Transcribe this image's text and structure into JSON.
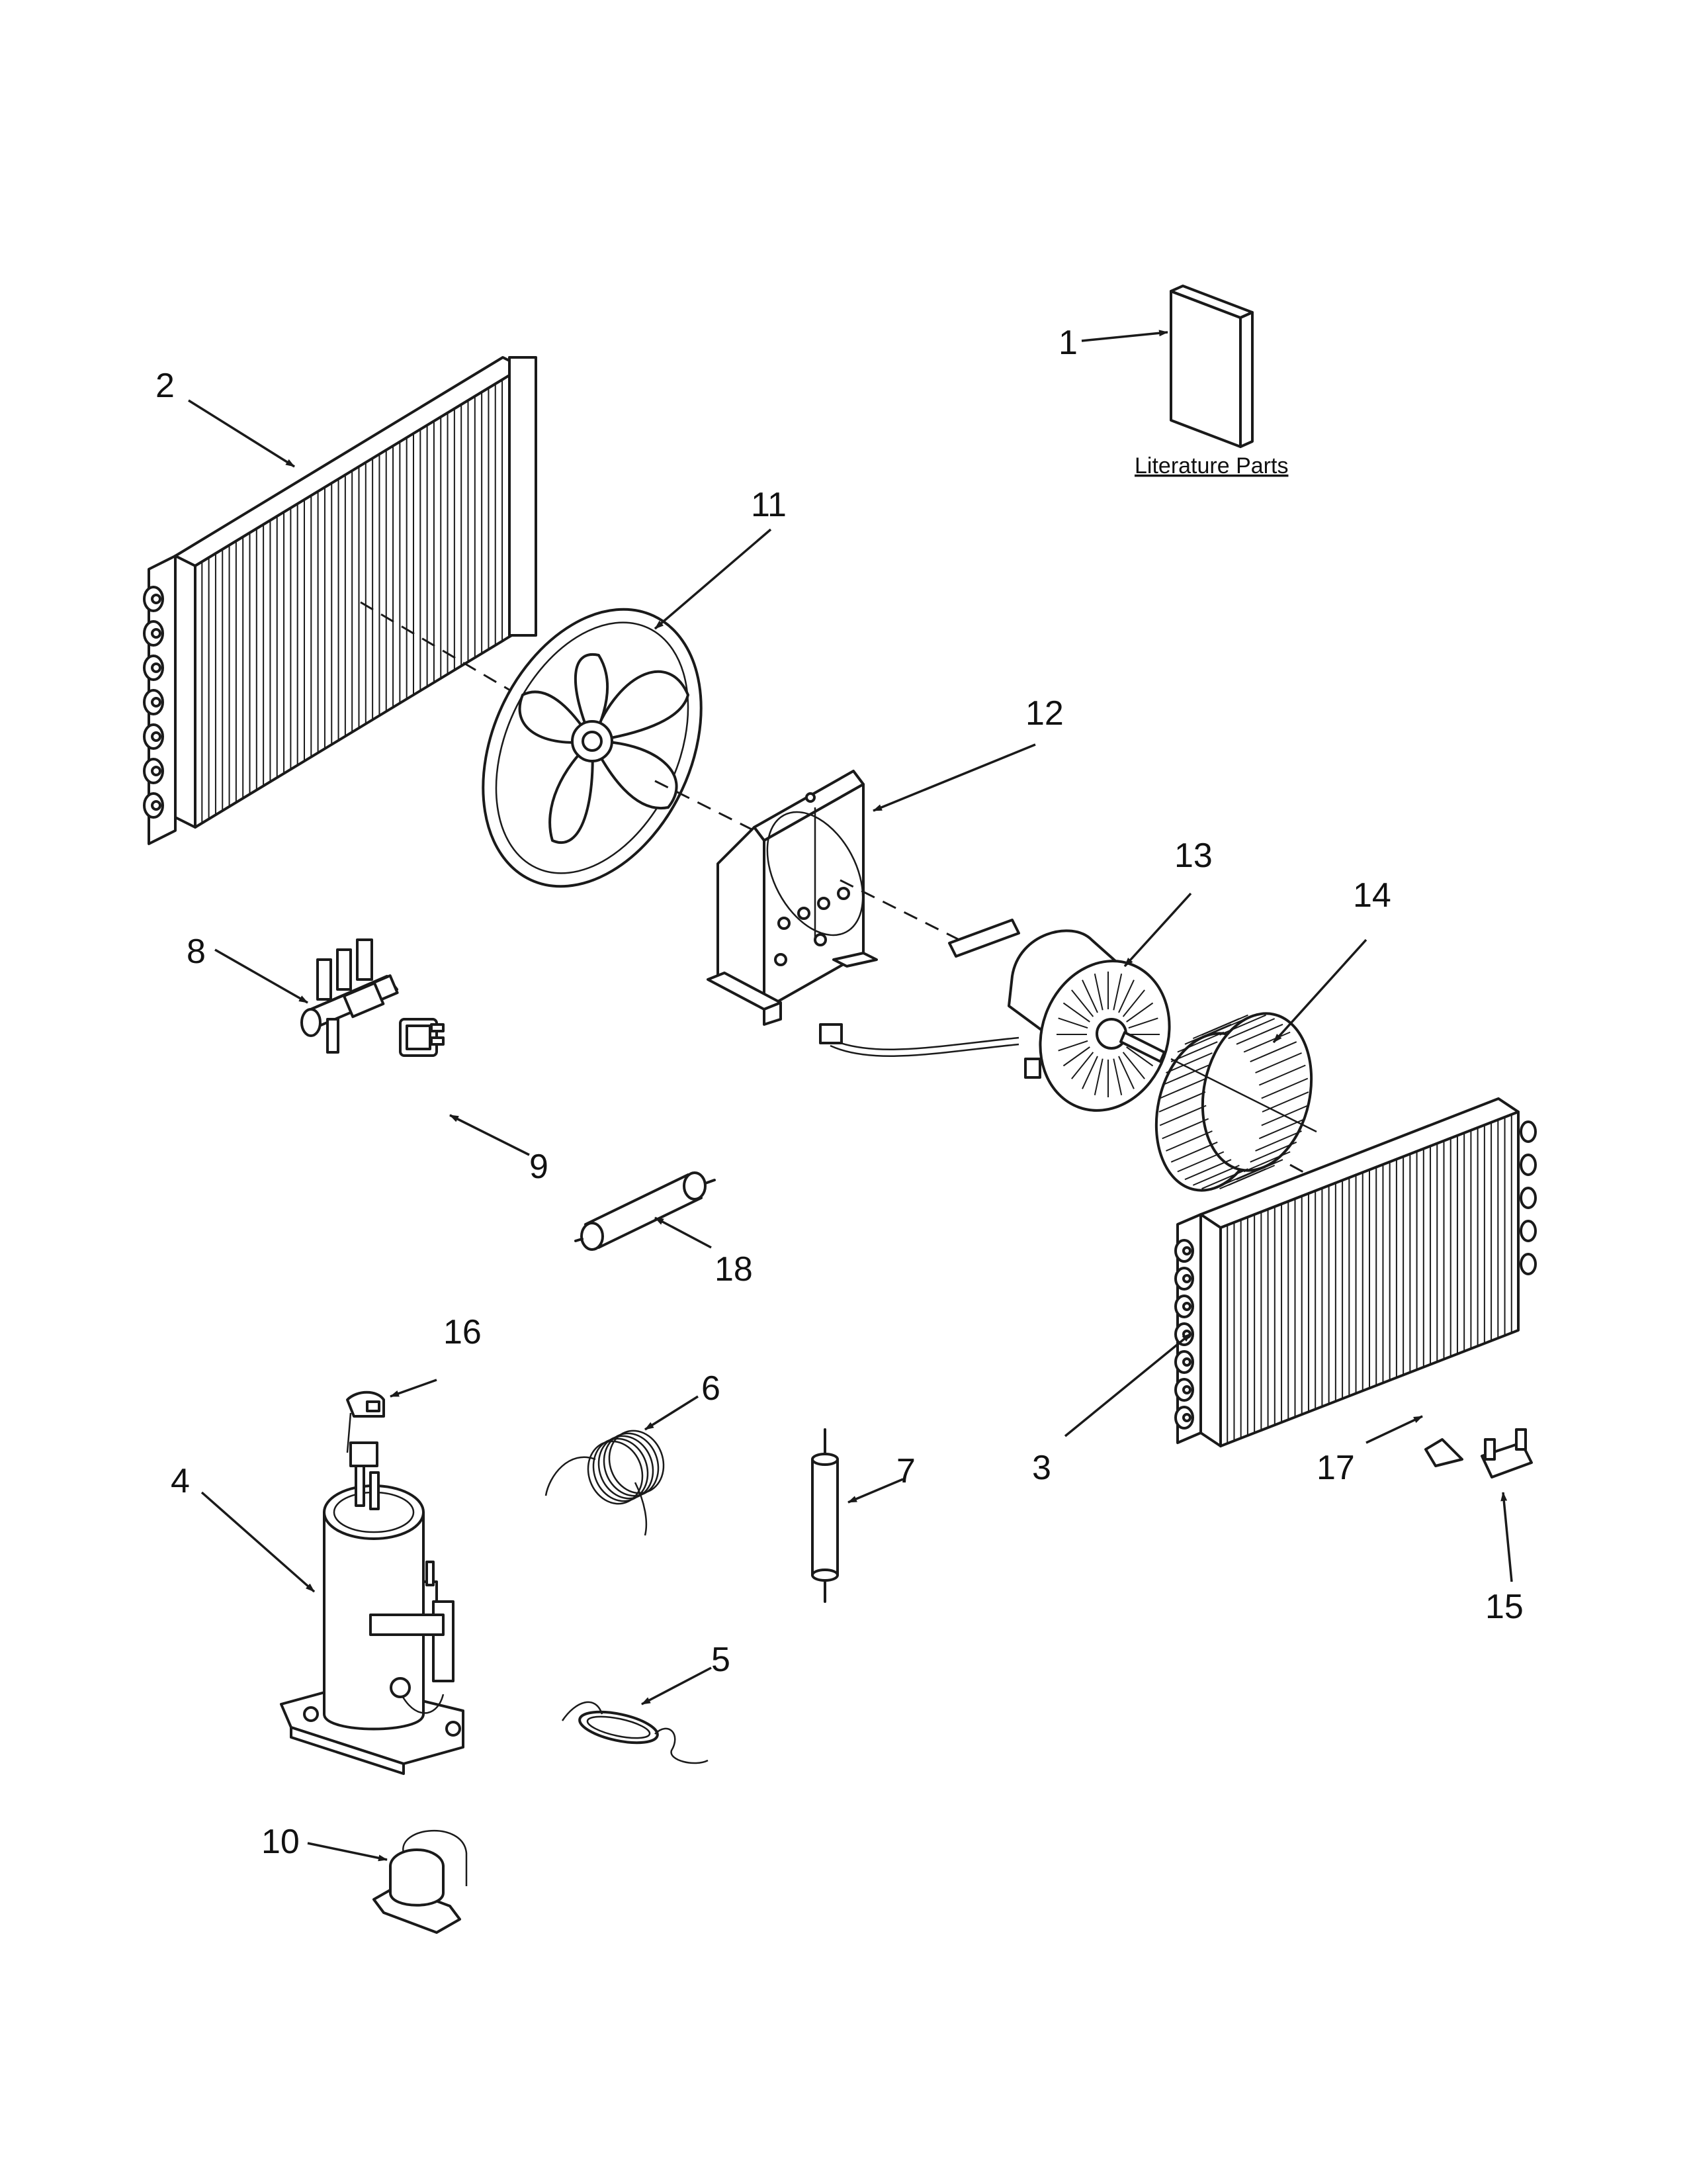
{
  "section_label": "Literature Parts",
  "callouts": [
    "1",
    "2",
    "3",
    "4",
    "5",
    "6",
    "7",
    "8",
    "9",
    "10",
    "11",
    "12",
    "13",
    "14",
    "15",
    "16",
    "17",
    "18"
  ],
  "colors": {
    "ink": "#1a1a1a",
    "paper": "#ffffff"
  }
}
